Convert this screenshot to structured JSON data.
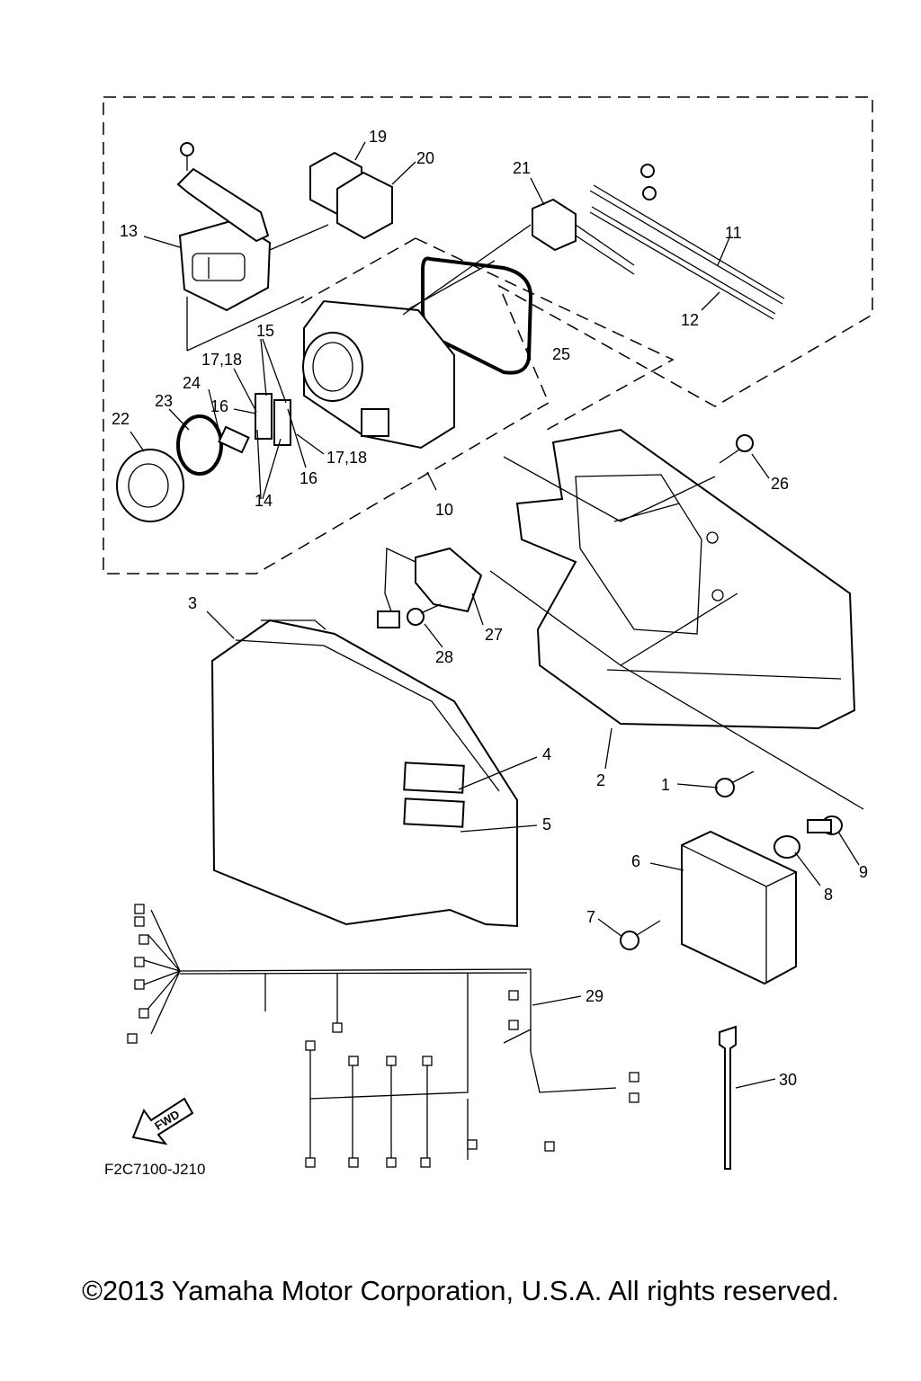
{
  "diagram_code": "F2C7100-J210",
  "copyright": "©2013 Yamaha Motor Corporation, U.S.A. All rights reserved.",
  "direction_label": "FWD",
  "callouts": [
    {
      "id": "c1",
      "label": "1"
    },
    {
      "id": "c2",
      "label": "2"
    },
    {
      "id": "c3",
      "label": "3"
    },
    {
      "id": "c4",
      "label": "4"
    },
    {
      "id": "c5",
      "label": "5"
    },
    {
      "id": "c6",
      "label": "6"
    },
    {
      "id": "c7",
      "label": "7"
    },
    {
      "id": "c8",
      "label": "8"
    },
    {
      "id": "c9",
      "label": "9"
    },
    {
      "id": "c10",
      "label": "10"
    },
    {
      "id": "c11",
      "label": "11"
    },
    {
      "id": "c12",
      "label": "12"
    },
    {
      "id": "c13",
      "label": "13"
    },
    {
      "id": "c14",
      "label": "14"
    },
    {
      "id": "c15",
      "label": "15"
    },
    {
      "id": "c16a",
      "label": "16"
    },
    {
      "id": "c16b",
      "label": "16"
    },
    {
      "id": "c1718a",
      "label": "17,18"
    },
    {
      "id": "c1718b",
      "label": "17,18"
    },
    {
      "id": "c19",
      "label": "19"
    },
    {
      "id": "c20",
      "label": "20"
    },
    {
      "id": "c21",
      "label": "21"
    },
    {
      "id": "c22",
      "label": "22"
    },
    {
      "id": "c23",
      "label": "23"
    },
    {
      "id": "c24",
      "label": "24"
    },
    {
      "id": "c25",
      "label": "25"
    },
    {
      "id": "c26",
      "label": "26"
    },
    {
      "id": "c27",
      "label": "27"
    },
    {
      "id": "c28",
      "label": "28"
    },
    {
      "id": "c29",
      "label": "29"
    },
    {
      "id": "c30",
      "label": "30"
    }
  ]
}
